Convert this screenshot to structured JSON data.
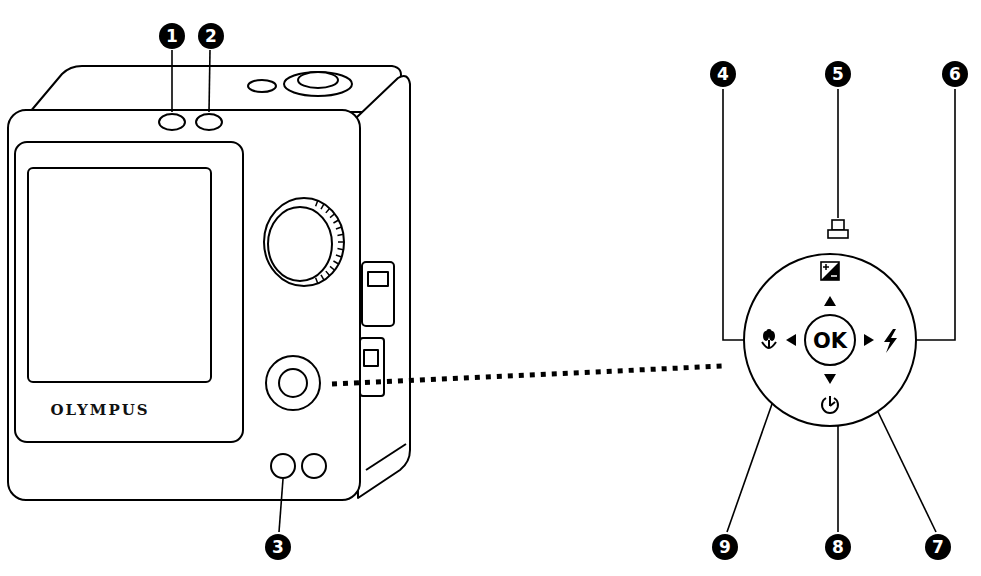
{
  "diagram": {
    "labels": [
      "1",
      "2",
      "3",
      "4",
      "5",
      "6",
      "7",
      "8",
      "9",
      "OLYMPUS",
      "OK"
    ]
  }
}
